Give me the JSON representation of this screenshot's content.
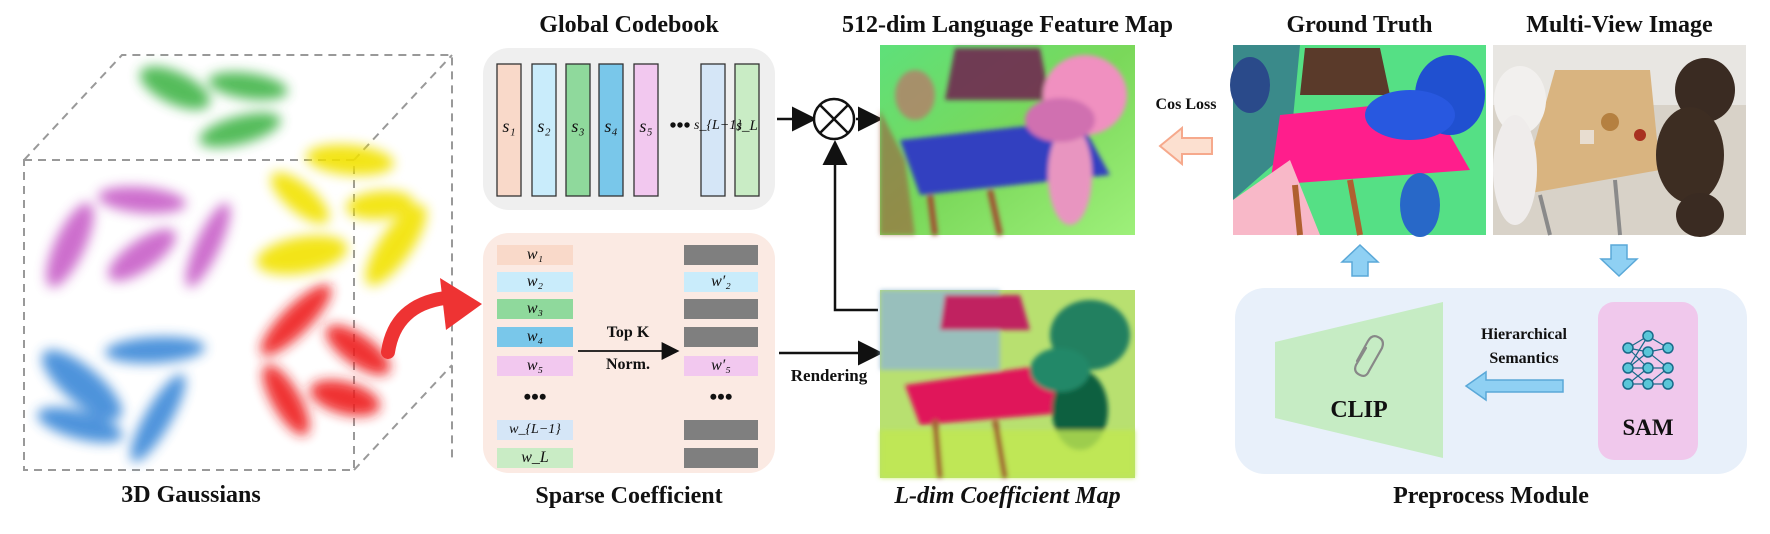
{
  "gaussians": {
    "label": "3D Gaussians"
  },
  "codebook": {
    "title": "Global Codebook",
    "entries": [
      "s₁",
      "s₂",
      "s₃",
      "s₄",
      "s₅",
      "s_{L−1}",
      "s_L"
    ],
    "ellipsis": "•••"
  },
  "sparse": {
    "label": "Sparse Coefficient",
    "weights": [
      "w₁",
      "w₂",
      "w₃",
      "w₄",
      "w₅",
      "w_{L−1}",
      "w_L"
    ],
    "selected": [
      "w′₂",
      "w′₅"
    ],
    "ellipsis": "•••",
    "op_top": "Top K",
    "op_bottom": "Norm."
  },
  "feature_map": {
    "title": "512-dim Language Feature Map"
  },
  "coef_map": {
    "title": "L-dim Coefficient Map",
    "edge_label": "Rendering"
  },
  "ground_truth": {
    "title": "Ground Truth",
    "loss_label": "Cos Loss"
  },
  "multiview": {
    "title": "Multi-View Image"
  },
  "preprocess": {
    "label": "Preprocess Module",
    "clip_label": "CLIP",
    "sam_label": "SAM",
    "arrow_label_1": "Hierarchical",
    "arrow_label_2": "Semantics"
  },
  "colors": {
    "green": "#43b54a",
    "yellow": "#f2e200",
    "magenta": "#c85fc8",
    "red": "#ee1a1a",
    "blue": "#3a88d8",
    "arrow_red": "#ee3333",
    "light_blue": "#8fd0f3",
    "peach": "#f6a98c"
  }
}
